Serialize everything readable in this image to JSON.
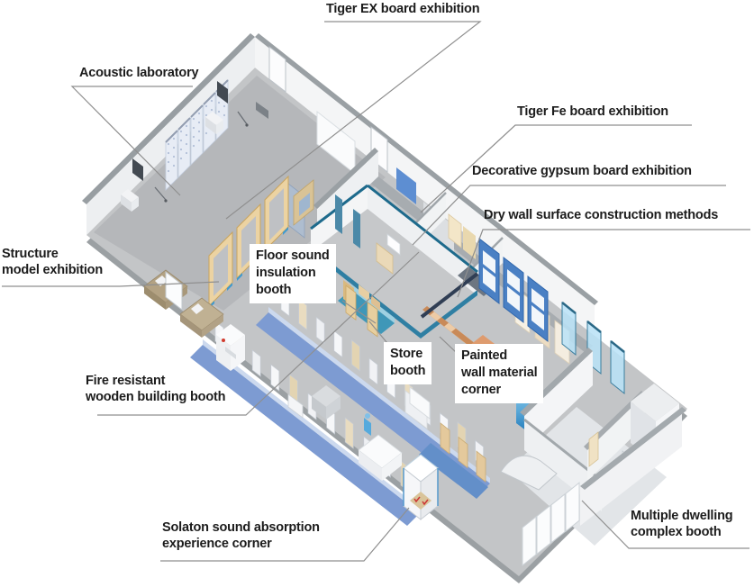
{
  "figure": {
    "kind": "isometric exhibition floor map",
    "description": "Cutaway isometric map of a showroom floor with labeled exhibition booths"
  },
  "labels": {
    "tiger_ex": "Tiger EX board exhibition",
    "acoustic": "Acoustic laboratory",
    "tiger_fe": "Tiger Fe board exhibition",
    "decorative": "Decorative gypsum board exhibition",
    "drywall": "Dry wall surface construction methods",
    "structure": "Structure\nmodel exhibition",
    "floor_sound": "Floor sound\ninsulation\nbooth",
    "store": "Store\nbooth",
    "painted": "Painted\nwall material\ncorner",
    "fire": "Fire resistant\nwooden building booth",
    "solaton": "Solaton sound absorption\nexperience corner",
    "multiple": "Multiple dwelling\ncomplex booth"
  },
  "palette": {
    "background": "#ffffff",
    "floor_gray": "#c3c5c7",
    "room_gray": "#b5b7ba",
    "wall_white": "#f3f4f5",
    "wall_cap_gray": "#9aa0a4",
    "leader_gray": "#8f8f8f",
    "text_black": "#1c1c1c",
    "panel_blue": "#4a80c4",
    "platform_blue": "#7d9bd2",
    "teal_wall": "#1d6a8c",
    "wood_tan": "#ecd3a2",
    "glass_blue": "#b8e2f7",
    "stair_orange": "#de9b6e",
    "accent_red": "#cc3333"
  }
}
